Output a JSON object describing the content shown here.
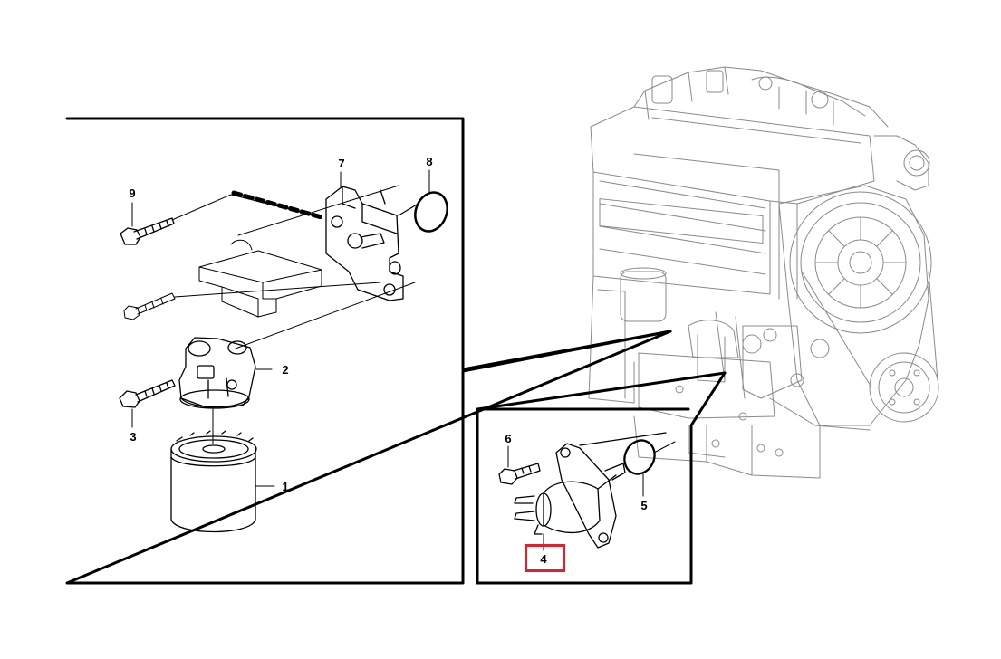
{
  "diagram": {
    "callouts": {
      "p1": "1",
      "p2": "2",
      "p3": "3",
      "p4": "4",
      "p5": "5",
      "p6": "6",
      "p7": "7",
      "p8": "8",
      "p9": "9"
    },
    "highlighted_part": "4",
    "highlight_color": "#e0202a"
  }
}
